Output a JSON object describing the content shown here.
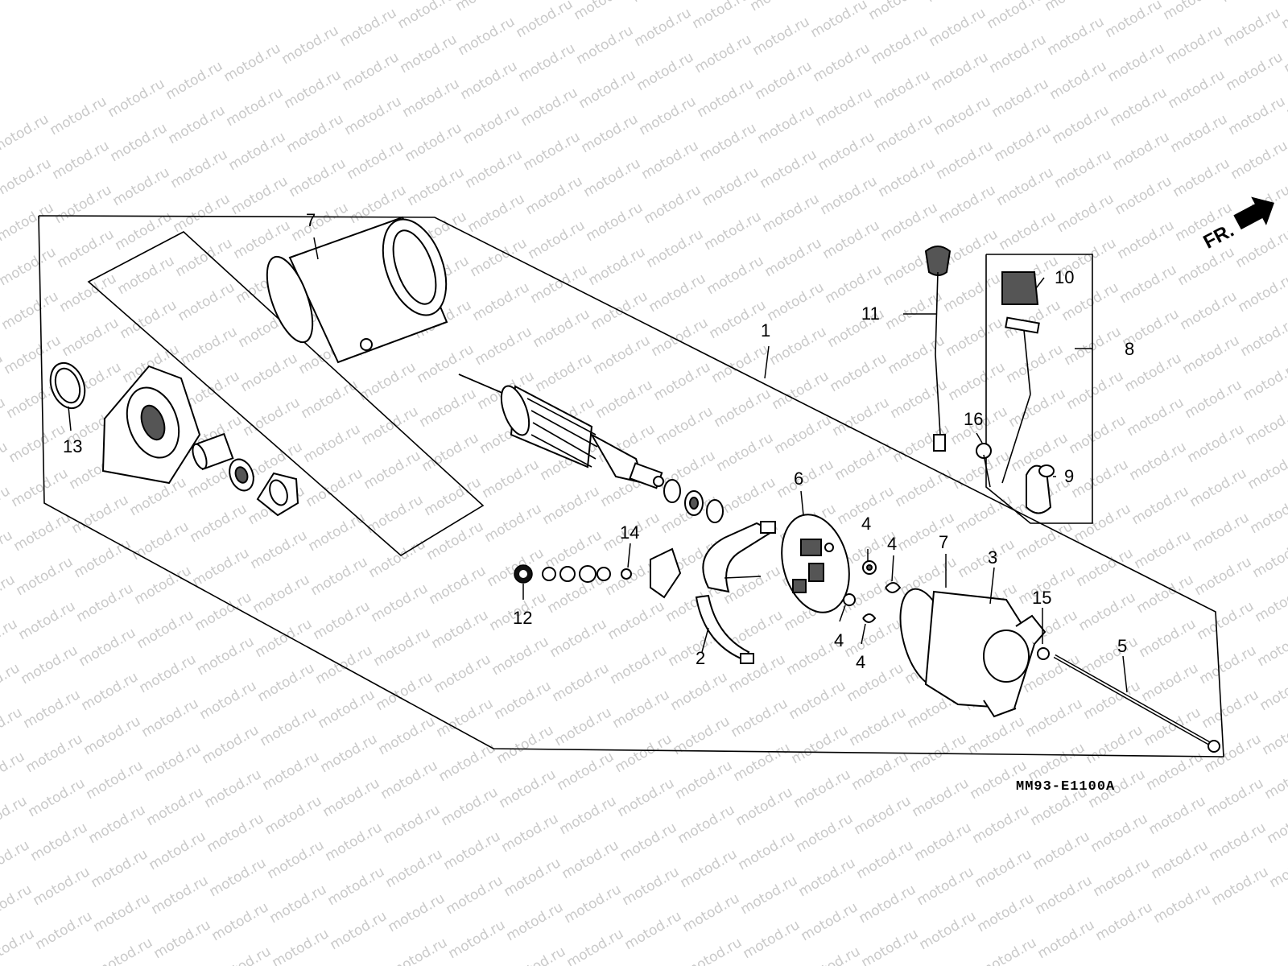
{
  "watermark": "motod.ru",
  "diagram_code": "MM93-E1100A",
  "direction_marker": "FR.",
  "callouts": {
    "c1": "1",
    "c2": "2",
    "c3": "3",
    "c4a": "4",
    "c4b": "4",
    "c4c": "4",
    "c4d": "4",
    "c5": "5",
    "c6": "6",
    "c7a": "7",
    "c7b": "7",
    "c8": "8",
    "c9": "9",
    "c10": "10",
    "c11": "11",
    "c12": "12",
    "c13": "13",
    "c14": "14",
    "c15": "15",
    "c16": "16"
  }
}
